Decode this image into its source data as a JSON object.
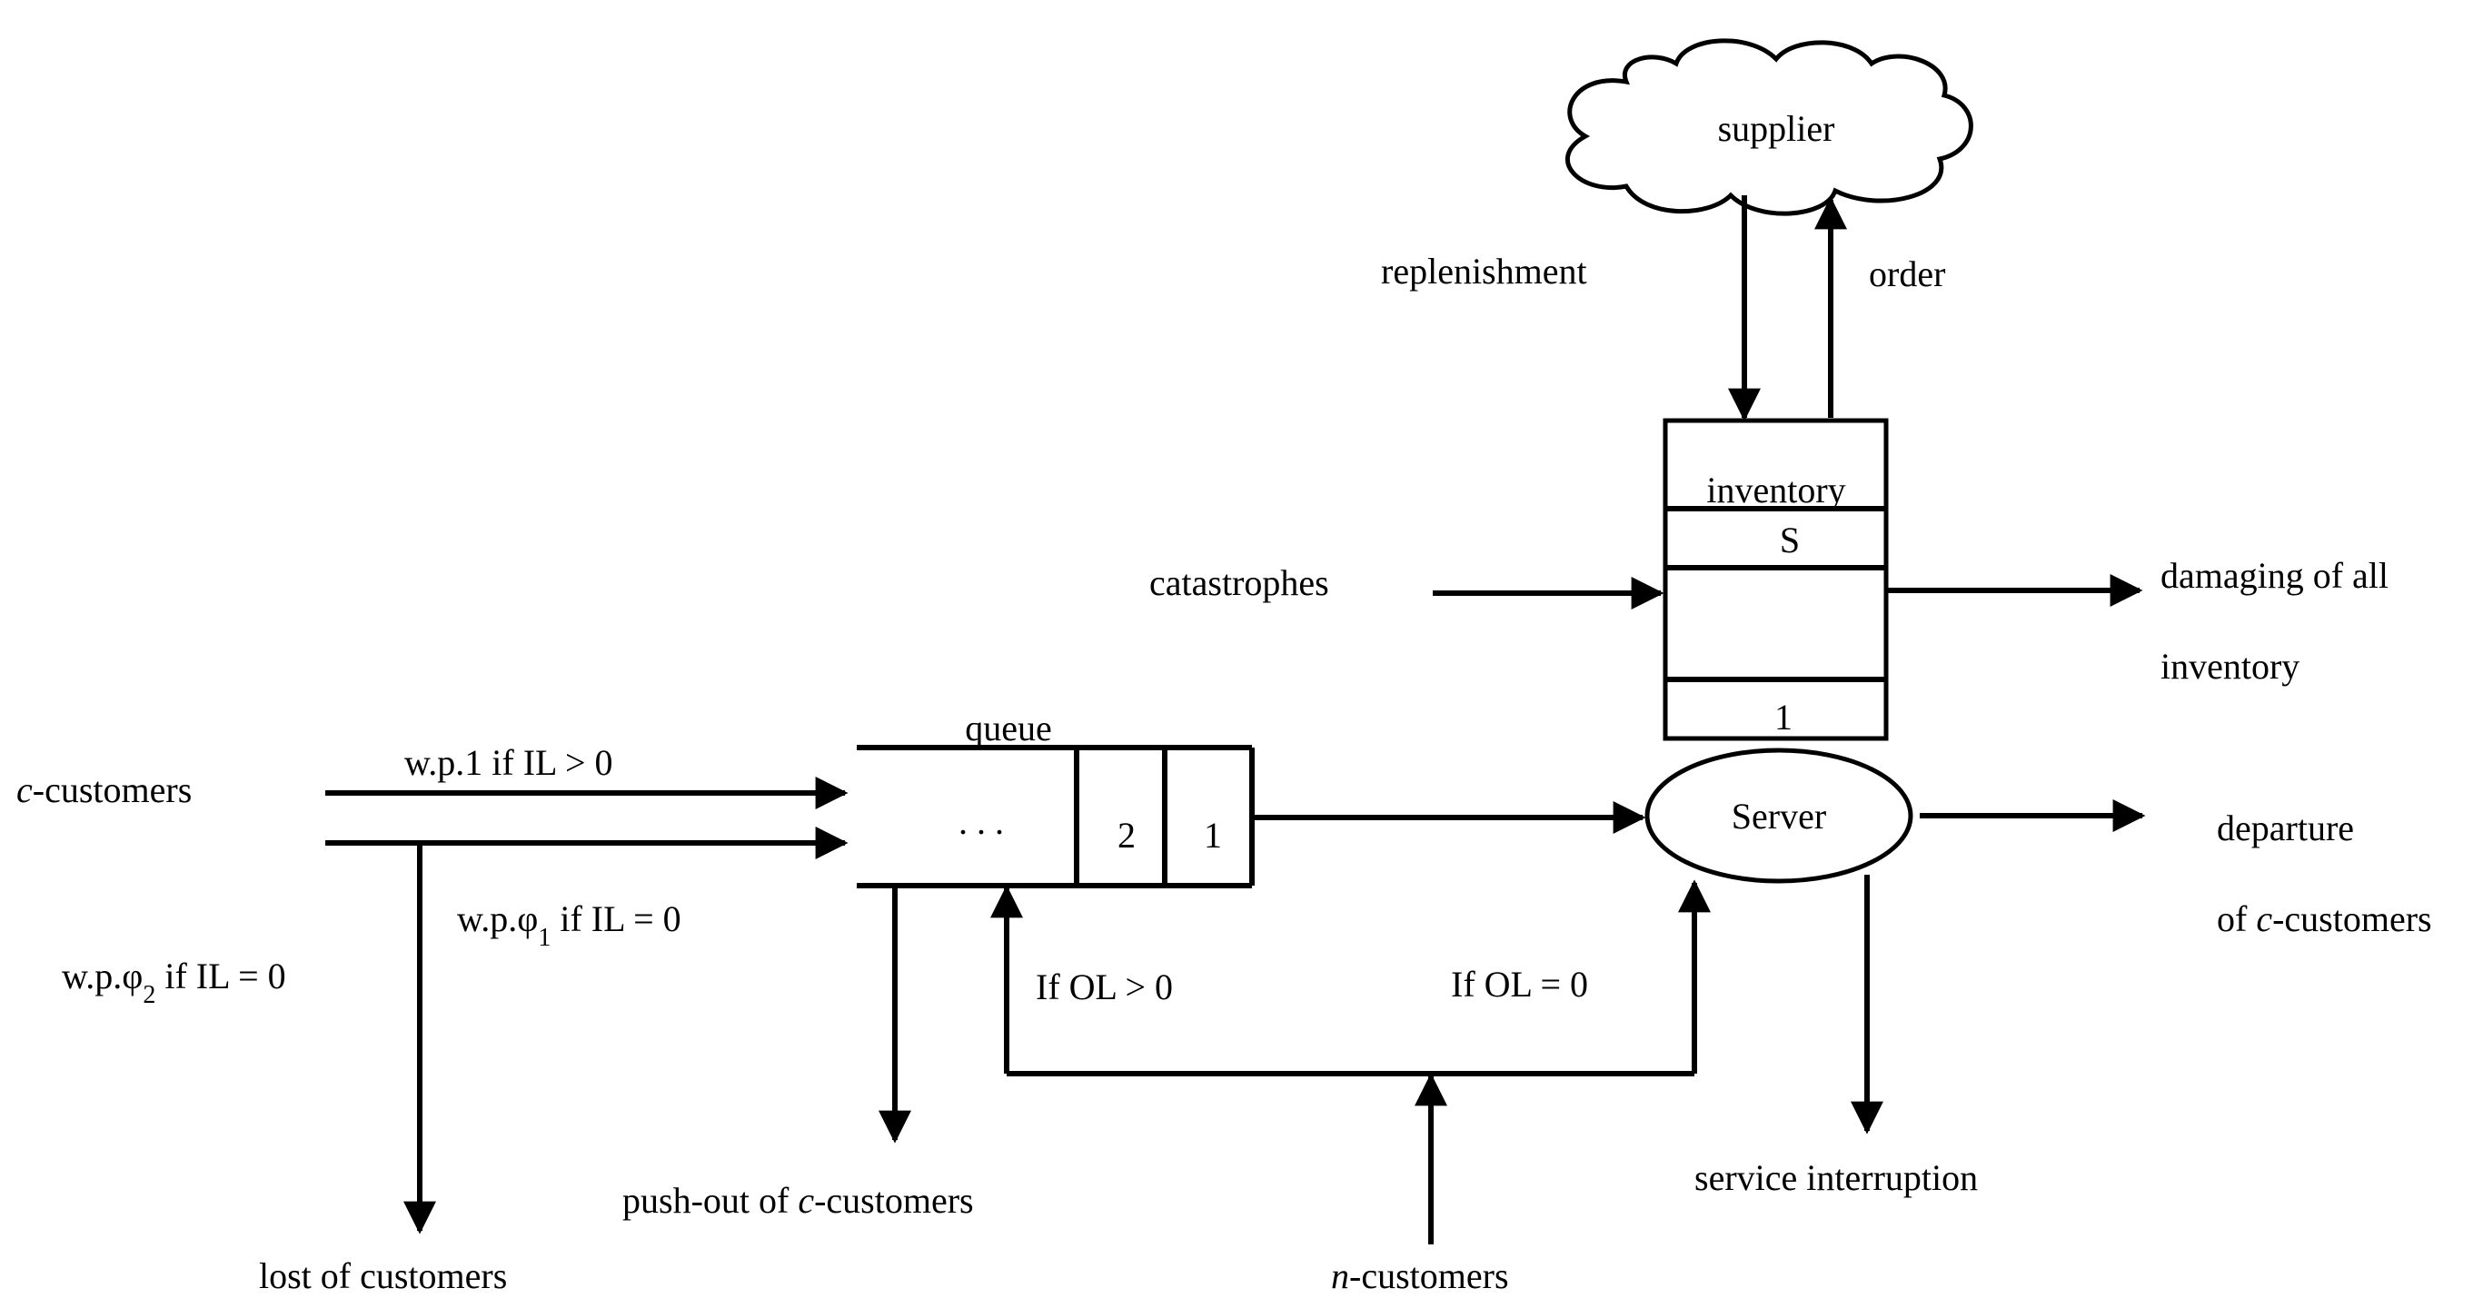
{
  "diagram": {
    "supplier": "supplier",
    "replenishment": "replenishment",
    "order": "order",
    "inventory": "inventory",
    "inventory_top_cell": "S",
    "inventory_bottom_cell": "1",
    "catastrophes": "catastrophes",
    "damaging_line1": "damaging of all",
    "damaging_line2": "inventory",
    "queue": "queue",
    "queue_dots": ". . .",
    "queue_cell_2": "2",
    "queue_cell_1": "1",
    "server": "Server",
    "departure_line1": "departure",
    "departure_line2_prefix": "of ",
    "departure_line2_italic": "c",
    "departure_line2_suffix": "-customers",
    "c_customers_italic": "c",
    "c_customers_suffix": "-customers",
    "wp1": "w.p.1 if   IL > 0",
    "wp_phi1_prefix": "w.p.φ",
    "wp_phi1_sub": "1",
    "wp_phi1_suffix": " if   IL = 0",
    "wp_phi2_prefix": "w.p.φ",
    "wp_phi2_sub": "2",
    "wp_phi2_suffix": " if   IL = 0",
    "lost_customers": "lost of customers",
    "push_out_prefix": "push-out of ",
    "push_out_italic": "c",
    "push_out_suffix": "-customers",
    "if_ol_gt": "If OL > 0",
    "if_ol_eq": "If OL = 0",
    "n_customers_italic": "n",
    "n_customers_suffix": "-customers",
    "service_interruption": "service interruption"
  }
}
